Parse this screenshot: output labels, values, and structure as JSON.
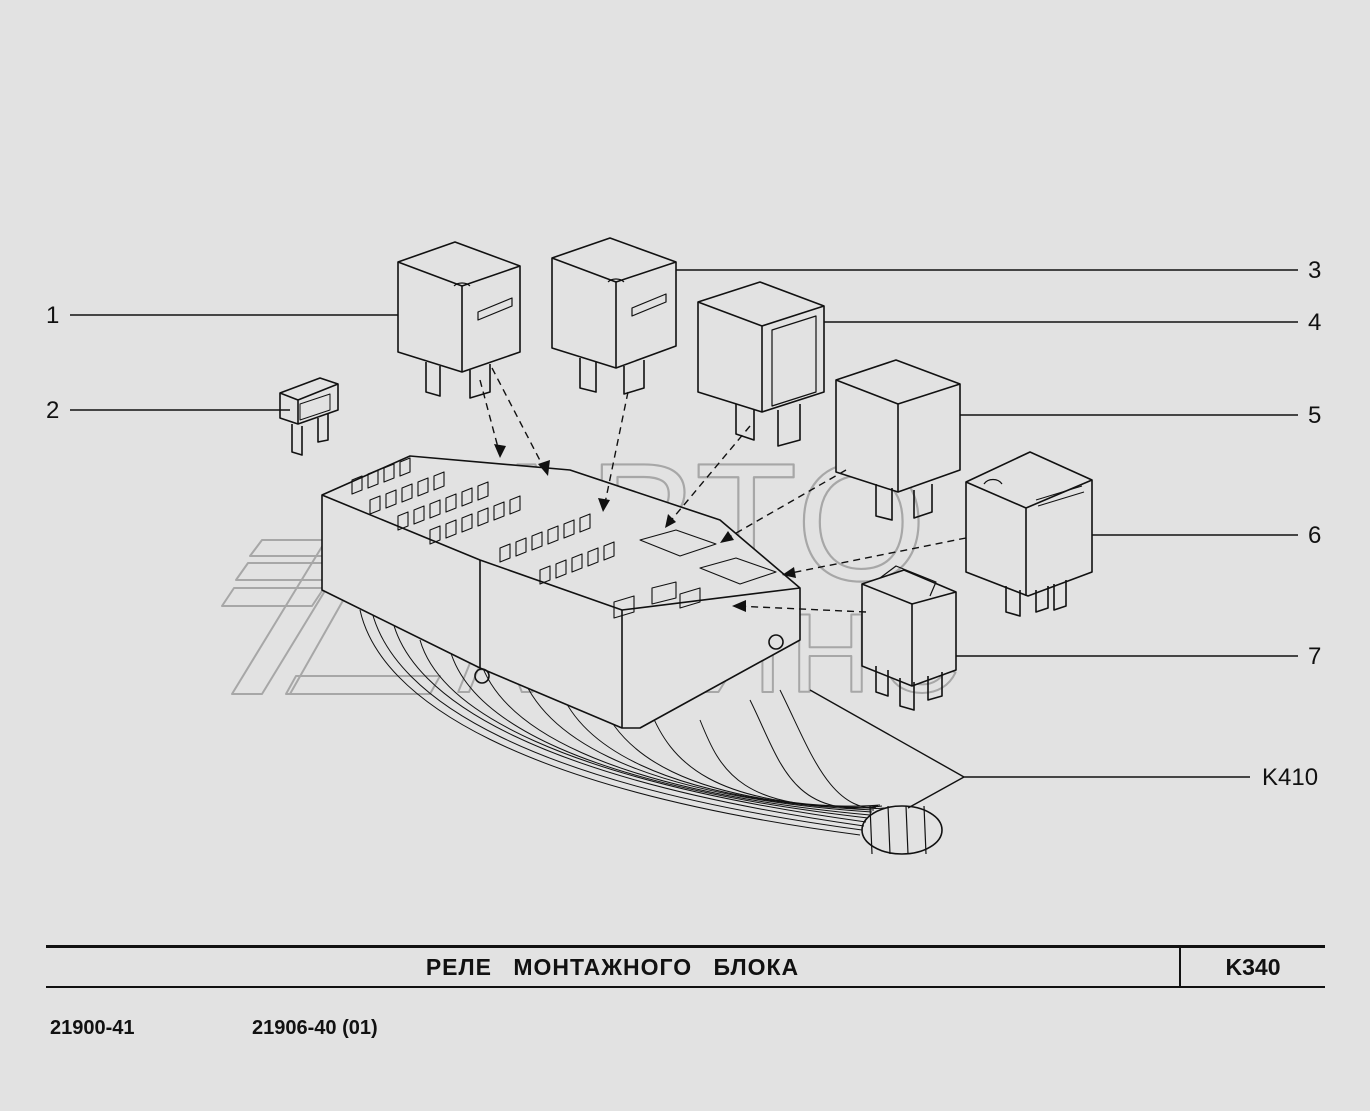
{
  "callouts": {
    "c1": "1",
    "c2": "2",
    "c3": "3",
    "c4": "4",
    "c5": "5",
    "c6": "6",
    "c7": "7",
    "k410": "K410"
  },
  "title_block": {
    "title": "РЕЛЕ   МОНТАЖНОГО   БЛОКА",
    "code": "K340"
  },
  "models": [
    "21900-41",
    "21906-40 (01)"
  ],
  "watermark": {
    "line1": "АВТО",
    "line2": "АЛЬЯНС"
  },
  "colors": {
    "background": "#e2e2e2",
    "line": "#111111",
    "watermark": "#9a9a9a"
  }
}
